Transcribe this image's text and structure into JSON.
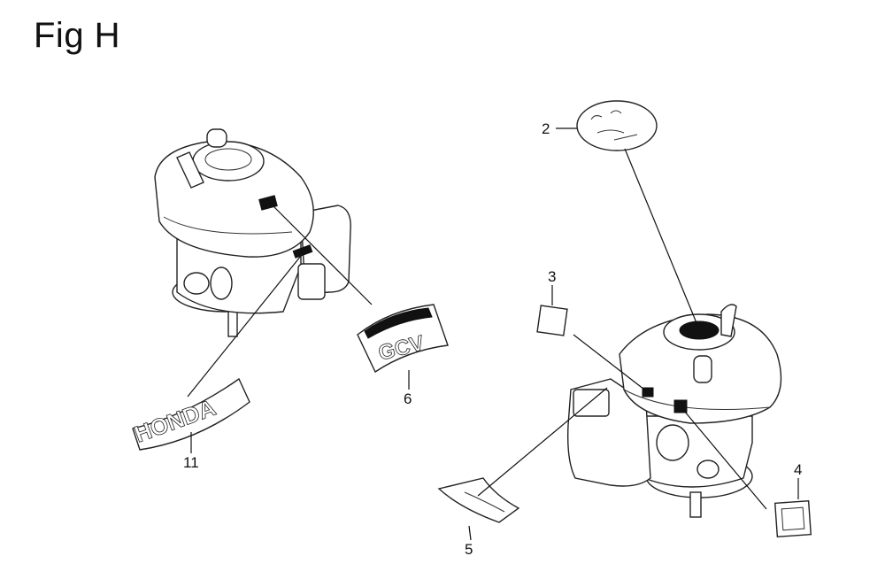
{
  "figure": {
    "title": "Fig H"
  },
  "callouts": {
    "c2": "2",
    "c3": "3",
    "c4": "4",
    "c5": "5",
    "c6": "6",
    "c11": "11"
  },
  "decal_texts": {
    "brand": "HONDA",
    "model": "GCV"
  }
}
